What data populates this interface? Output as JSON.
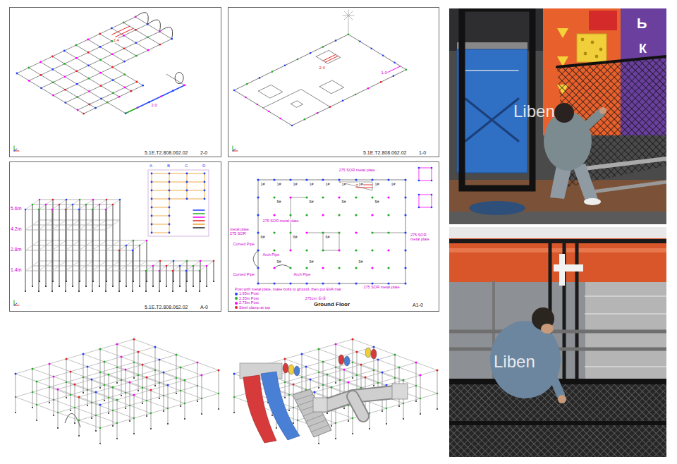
{
  "diagram": {
    "labels": [
      "5.1E.T2.808.062.02",
      "2-0",
      "5.1E.T2.808.062.02",
      "1-0",
      "5.1E.T2.808.062.02",
      "A-0",
      "5.6m",
      "4.2m",
      "2.8m",
      "1.4m",
      "A",
      "B",
      "C",
      "D",
      "Ground Floor",
      "A1-0",
      "2.4",
      "2.0",
      "2.4",
      "1.0",
      "275 SOR metal plate",
      "metal plate 275 SOR",
      "275 SOR metal plate",
      "Curved Pipe",
      "Arch Pipe",
      "Curved Pipe",
      "Arch Pipe",
      "275 SOR metal plate",
      "275 SOR metal plate",
      "275cm ①-②",
      "1#",
      "1#",
      "1#",
      "1#",
      "1#",
      "1#",
      "1#",
      "1#",
      "1#",
      "5#",
      "5#",
      "5#",
      "5#",
      "6#",
      "6#",
      "6#",
      "5#",
      "5#",
      "5#",
      "Liben",
      "Liben",
      "Ь",
      "К"
    ],
    "legend": [
      {
        "text": "Post with metal plate, make bolts to ground, then put EVA mat"
      },
      {
        "text": "1.95m Post",
        "color": "#1f3fff"
      },
      {
        "text": "2.35m Post",
        "color": "#22aa22"
      },
      {
        "text": "2.75m Post",
        "color": "#ff00ff"
      },
      {
        "text": "Steel clamp at top",
        "color": "#e02020"
      }
    ]
  }
}
